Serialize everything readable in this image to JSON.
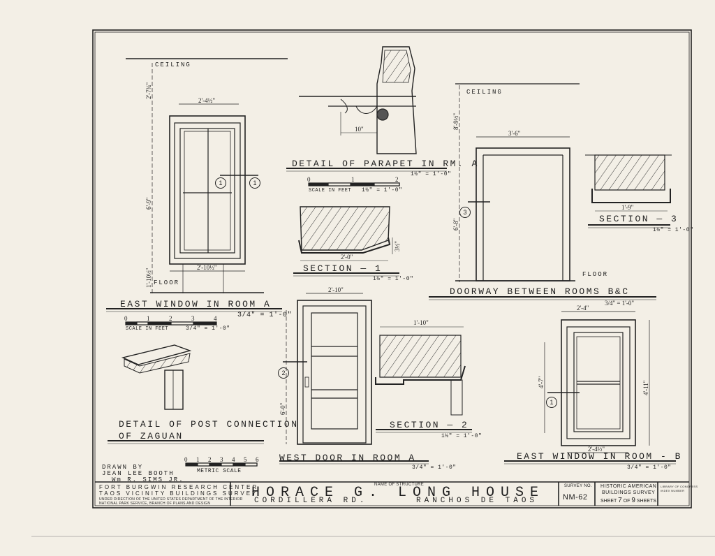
{
  "drawings": {
    "east_window_a": {
      "title": "EAST WINDOW IN ROOM A",
      "scale": "3/4\" = 1'-0\"",
      "ceiling": "CEILING",
      "floor": "FLOOR",
      "dims": [
        "2'-4½\"",
        "2'-10½\"",
        "2'-7¾\"",
        "6'-9\"",
        "1'-10½\""
      ]
    },
    "parapet": {
      "title": "DETAIL OF PARAPET IN RM. A",
      "scale": "1½\" = 1'-0\"",
      "dims": [
        "10\""
      ]
    },
    "scale_bar_feet_1": {
      "ticks": [
        "0",
        "1",
        "2"
      ],
      "label": "SCALE IN FEET",
      "ratio": "1½\" = 1'-0\""
    },
    "section_1": {
      "title": "SECTION — 1",
      "scale": "1½\" = 1'-0\"",
      "dims": [
        "2'-0\"",
        "3½\""
      ]
    },
    "doorway_bc": {
      "title": "DOORWAY BETWEEN ROOMS B&C",
      "ceiling": "CEILING",
      "floor": "FLOOR",
      "dims": [
        "3'-6\"",
        "8'-9½\"",
        "6'-8\""
      ]
    },
    "section_3": {
      "title": "SECTION — 3",
      "scale": "1½\" = 1'-0\"",
      "dims": [
        "1'-9\""
      ]
    },
    "scale_bar_feet_2": {
      "ticks": [
        "0",
        "1",
        "2",
        "3",
        "4"
      ],
      "label": "SCALE IN FEET",
      "ratio": "3/4\" = 1'-0\""
    },
    "post_connection": {
      "title_line1": "DETAIL OF POST CONNECTION",
      "title_line2": "OF ZAGUAN"
    },
    "west_door_a": {
      "title": "WEST DOOR IN ROOM A",
      "scale": "3/4\" = 1'-0\"",
      "dims": [
        "2'-10\"",
        "6'-0\""
      ]
    },
    "section_2": {
      "title": "SECTION — 2",
      "scale": "1½\" = 1'-0\"",
      "dims": [
        "1'-10\""
      ]
    },
    "east_window_b": {
      "title": "EAST WINDOW IN ROOM - B",
      "scale": "3/4\" = 1'-0\"",
      "dims": [
        "2'-4\"",
        "3/4\" = 1'-0\"",
        "2'-4½\"",
        "4'-7\"",
        "4'-11\""
      ]
    }
  },
  "markers": [
    "1",
    "1",
    "3",
    "2",
    "1"
  ],
  "metric_scale": {
    "ticks": [
      "0",
      "1",
      "2",
      "3",
      "4",
      "5",
      "6"
    ],
    "label": "METRIC SCALE"
  },
  "drawn_by": {
    "line1": "DRAWN BY",
    "line2": "JEAN LEE BOOTH",
    "line3": "Wm R. SIMS JR."
  },
  "title_block": {
    "org_line1": "FORT BURGWIN RESEARCH CENTER",
    "org_line2": "TAOS VICINITY BUILDINGS SURVEY",
    "org_line3": "UNDER DIRECTION OF THE UNITED STATES DEPARTMENT OF THE INTERIOR",
    "org_line4": "NATIONAL PARK SERVICE, BRANCH OF PLANS AND DESIGN",
    "name_caption": "NAME OF STRUCTURE",
    "structure_name": "HORACE G. LONG HOUSE",
    "location_left": "CORDILLERA RD.",
    "location_right": "RANCHOS DE TAOS",
    "survey_caption": "SURVEY NO.",
    "survey_no": "NM-62",
    "habs_line1": "HISTORIC AMERICAN",
    "habs_line2": "BUILDINGS SURVEY",
    "sheet_prefix": "SHEET",
    "sheet_no": "7",
    "sheet_of": "OF",
    "sheet_total": "9",
    "sheet_suffix": "SHEETS",
    "lib_line1": "LIBRARY OF CONGRESS",
    "lib_line2": "INDEX NUMBER"
  }
}
